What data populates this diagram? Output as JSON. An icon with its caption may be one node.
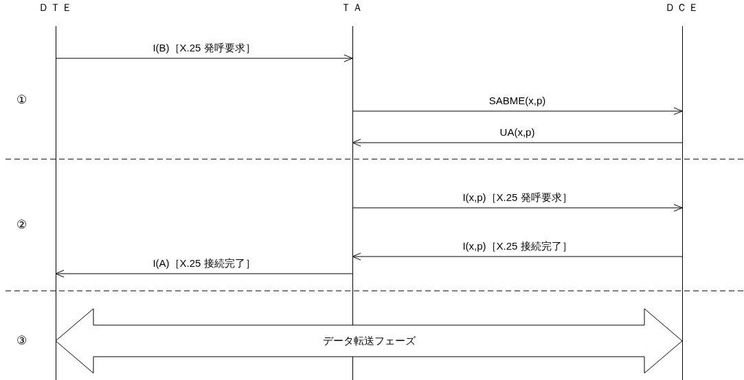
{
  "diagram": {
    "nodes": [
      {
        "text": [
          "ＤＴＥ"
        ]
      },
      {
        "text": [
          "ＴＡ"
        ]
      },
      {
        "text": [
          "ＤＣＥ"
        ]
      }
    ],
    "edges": [
      {
        "from": 0,
        "to": 1,
        "arrow": "to",
        "label": "I(B)［X.25 発呼要求］"
      },
      {
        "from": 1,
        "to": 2,
        "arrow": "to",
        "label": "SABME(x,p)"
      },
      {
        "from": 2,
        "to": 1,
        "arrow": "to",
        "label": "UA(x,p)"
      },
      {
        "from": 1,
        "to": 2,
        "arrow": "to",
        "label": "I(x,p)［X.25 発呼要求］"
      },
      {
        "from": 2,
        "to": 1,
        "arrow": "to",
        "label": "I(x,p)［X.25 接続完了］"
      },
      {
        "from": 1,
        "to": 0,
        "arrow": "to",
        "label": "I(A)［X.25 接続完了］"
      },
      {
        "from": 0,
        "to": 2,
        "arrow": "both",
        "style": "thick",
        "label": "データ転送フェーズ"
      }
    ],
    "labels": [
      "①",
      "②",
      "③"
    ]
  }
}
